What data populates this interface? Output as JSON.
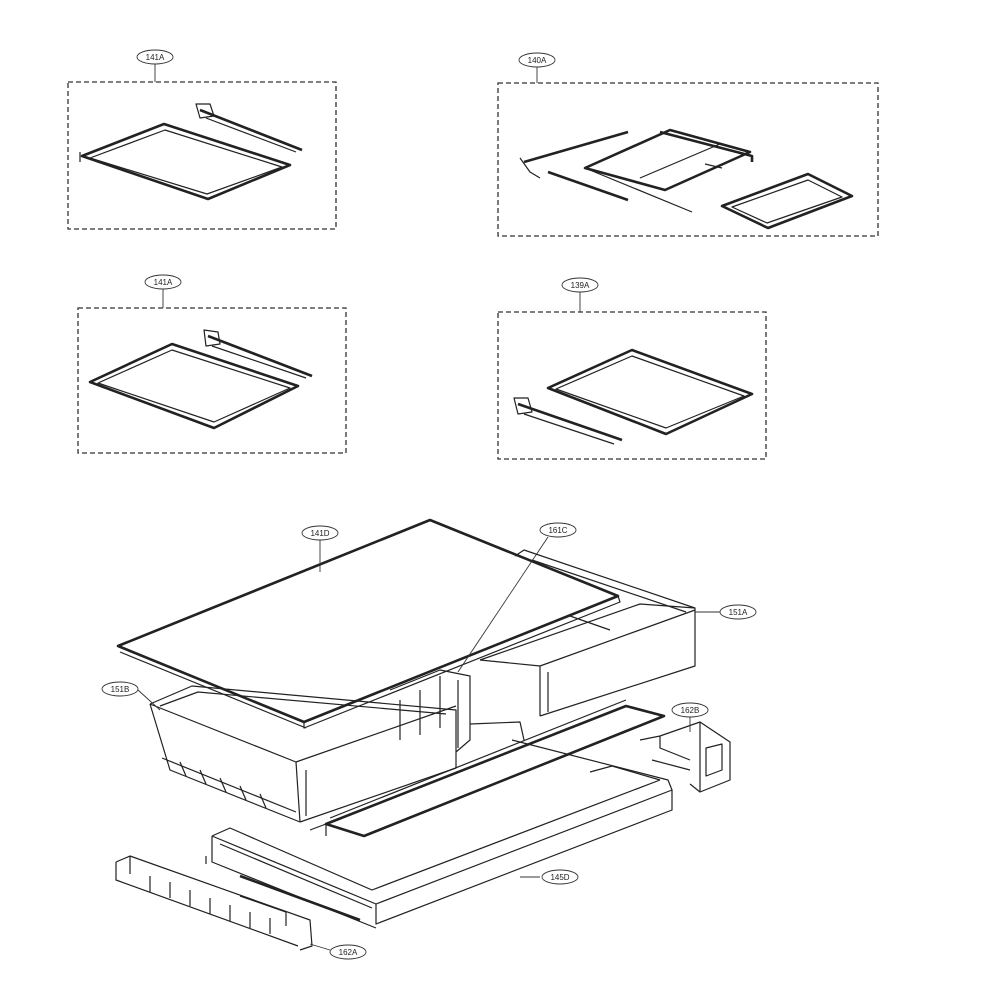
{
  "callouts": {
    "shelf_141a_top": "141A",
    "shelf_140a": "140A",
    "shelf_141a_mid": "141A",
    "shelf_139a": "139A",
    "cover_141d": "141D",
    "part_161c": "161C",
    "drawer_151a": "151A",
    "drawer_151b": "151B",
    "part_162b": "162B",
    "frame_145d": "145D",
    "rail_162a": "162A"
  },
  "colors": {
    "line": "#222222",
    "background": "#ffffff"
  }
}
